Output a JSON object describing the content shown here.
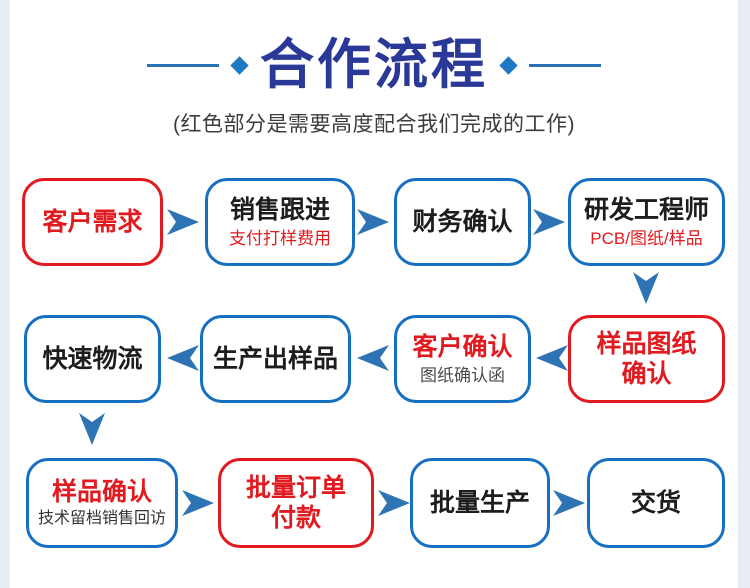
{
  "page": {
    "title": "合作流程",
    "subtitle": "(红色部分是需要高度配合我们完成的工作)"
  },
  "colors": {
    "title_blue": "#2a3897",
    "accent_line_blue": "#2a72b8",
    "diamond_blue": "#1e78c2",
    "box_border_blue": "#176fc1",
    "highlight_red": "#e11a1f",
    "arrow_blue": "#2e74b5",
    "text_dark": "#1d1d1d",
    "text_gray": "#4a4a4a",
    "edge_strip": "#e8ecf3"
  },
  "icons": {
    "diamond": "◆",
    "arrow_right": "➤",
    "arrow_left": "➤ (mirrored)",
    "arrow_down": "➤ (rotated 90°)"
  },
  "flow": {
    "nodes": [
      {
        "name": "customer-demand",
        "title": "客户需求",
        "subtitle": "",
        "box": "red",
        "title_color": "red"
      },
      {
        "name": "sales-follow-up",
        "title": "销售跟进",
        "subtitle": "支付打样费用",
        "box": "blue",
        "title_color": "black",
        "subtitle_color": "red"
      },
      {
        "name": "finance-confirm",
        "title": "财务确认",
        "subtitle": "",
        "box": "blue",
        "title_color": "black"
      },
      {
        "name": "rd-engineer",
        "title": "研发工程师",
        "subtitle": "PCB/图纸/样品",
        "box": "blue",
        "title_color": "black",
        "subtitle_color": "red"
      },
      {
        "name": "sample-drawing-confirm",
        "title": "样品图纸\n确认",
        "subtitle": "",
        "box": "red",
        "title_color": "red"
      },
      {
        "name": "customer-confirm",
        "title": "客户确认",
        "subtitle": "图纸确认函",
        "box": "blue",
        "title_color": "red",
        "subtitle_color": "gray"
      },
      {
        "name": "produce-sample",
        "title": "生产出样品",
        "subtitle": "",
        "box": "blue",
        "title_color": "black"
      },
      {
        "name": "fast-logistics",
        "title": "快速物流",
        "subtitle": "",
        "box": "blue",
        "title_color": "black"
      },
      {
        "name": "sample-confirm",
        "title": "样品确认",
        "subtitle": "技术留档销售回访",
        "box": "blue",
        "title_color": "red",
        "subtitle_color": "dark"
      },
      {
        "name": "bulk-order-payment",
        "title": "批量订单\n付款",
        "subtitle": "",
        "box": "red",
        "title_color": "red"
      },
      {
        "name": "mass-production",
        "title": "批量生产",
        "subtitle": "",
        "box": "blue",
        "title_color": "black"
      },
      {
        "name": "delivery",
        "title": "交货",
        "subtitle": "",
        "box": "blue",
        "title_color": "black"
      }
    ],
    "connectors": [
      "right",
      "right",
      "right",
      "down",
      "left",
      "left",
      "left",
      "down",
      "right",
      "right",
      "right"
    ]
  }
}
